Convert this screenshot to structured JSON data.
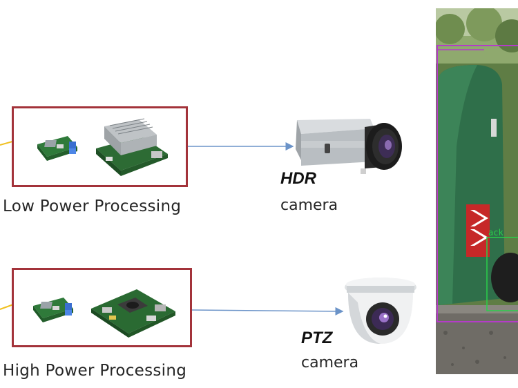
{
  "low_power": {
    "label": "Low Power Processing"
  },
  "high_power": {
    "label": "High Power Processing"
  },
  "hdr_camera": {
    "title": "HDR",
    "subtitle": "camera"
  },
  "ptz_camera": {
    "title": "PTZ",
    "subtitle": "camera"
  },
  "detection_photo": {
    "detection_label": "ack"
  },
  "colors": {
    "box_border": "#a3333a",
    "connector": "#6b93c8",
    "detection_box": "#b43cc8",
    "detection_text": "#29d14a"
  }
}
